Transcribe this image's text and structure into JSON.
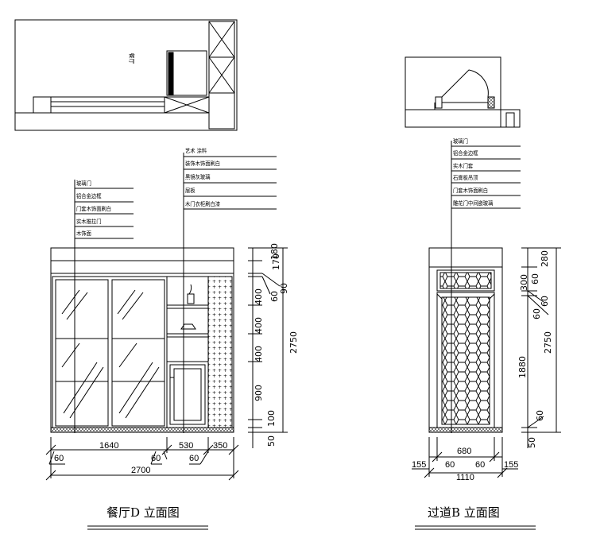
{
  "left_elevation": {
    "title": "餐厅D 立面图",
    "plan_label": "餐厅",
    "notes_left": [
      "玻璃门",
      "铝合金边框",
      "门套木饰面刷白",
      "实木推拉门",
      "木饰面"
    ],
    "notes_right": [
      "艺术 涂料",
      "装饰木饰面刷白",
      "黑镜灰玻璃",
      "层板",
      "木门衣柜刷白漆"
    ],
    "dims_bottom": [
      "1640",
      "530",
      "350"
    ],
    "dims_bottom_small": [
      "60",
      "60",
      "60"
    ],
    "total_width": "2700",
    "dims_right": [
      "180",
      "170",
      "90",
      "60",
      "400",
      "400",
      "400",
      "900",
      "100",
      "50"
    ],
    "total_height": "2750"
  },
  "right_elevation": {
    "title": "过道B 立面图",
    "notes": [
      "玻璃门",
      "铝合金边框",
      "实木门套",
      "石膏板吊顶",
      "门套木饰面刷白",
      "雕花门中间嵌玻璃"
    ],
    "dims_bottom": [
      "680"
    ],
    "dims_bottom_small": [
      "155",
      "60",
      "60",
      "155"
    ],
    "total_width": "1110",
    "dims_right": [
      "280",
      "300",
      "60",
      "60",
      "60",
      "1880",
      "60",
      "50"
    ],
    "total_height": "2750"
  }
}
